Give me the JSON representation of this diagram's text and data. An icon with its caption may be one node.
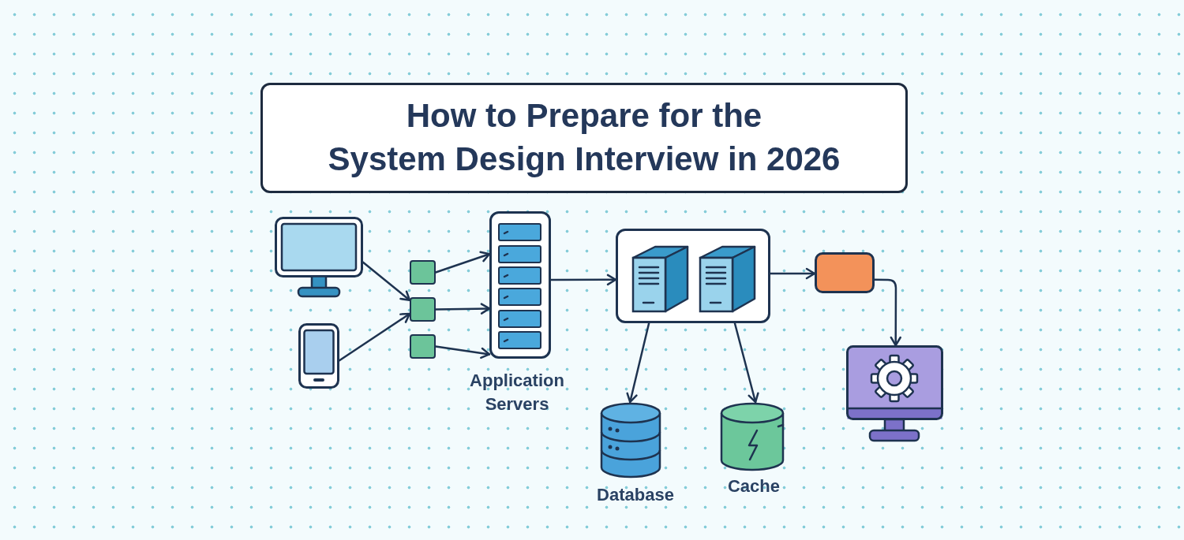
{
  "diagram": {
    "title": "How to Prepare for the System Design Interview in 2026",
    "nodes": [
      {
        "text": [],
        "shape": "picture"
      },
      {
        "text": [],
        "shape": "picture"
      },
      {
        "text": [],
        "shape": "box"
      },
      {
        "text": [],
        "shape": "box"
      },
      {
        "text": [],
        "shape": "box"
      },
      {
        "text": [
          "Application Servers"
        ]
      },
      {
        "text": [],
        "shape": "box"
      },
      {
        "text": [],
        "shape": "box"
      },
      {
        "text": [
          "Database"
        ]
      },
      {
        "text": [
          "Cache"
        ]
      },
      {
        "text": [],
        "shape": "picture"
      }
    ],
    "edges": [
      {
        "from": 0,
        "to": 3,
        "arrow": "to"
      },
      {
        "from": 1,
        "to": 3,
        "arrow": "to"
      },
      {
        "from": 2,
        "to": 5,
        "arrow": "to"
      },
      {
        "from": 3,
        "to": 5,
        "arrow": "to"
      },
      {
        "from": 4,
        "to": 5,
        "arrow": "to"
      },
      {
        "from": 5,
        "to": 6,
        "arrow": "to"
      },
      {
        "from": 6,
        "to": 7,
        "arrow": "to"
      },
      {
        "from": 7,
        "to": 10,
        "arrow": "to"
      },
      {
        "from": 6,
        "to": 8,
        "arrow": "to"
      },
      {
        "from": 6,
        "to": 9,
        "arrow": "to"
      }
    ]
  }
}
